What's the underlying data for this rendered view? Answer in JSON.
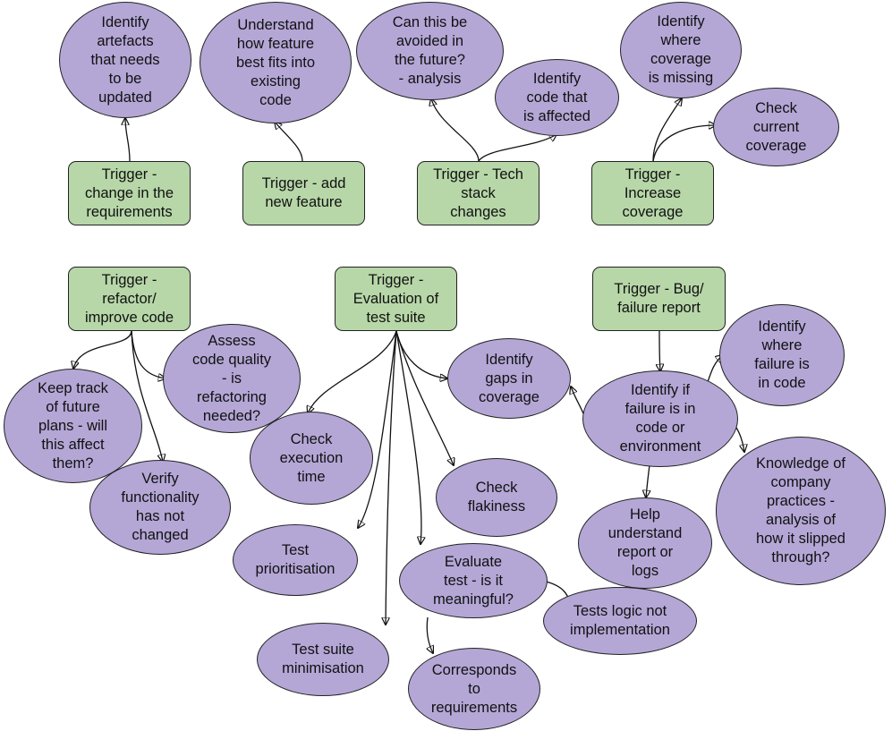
{
  "triggers": {
    "t1": "Trigger -\nchange in the\nrequirements",
    "t2": "Trigger - add\nnew feature",
    "t3": "Trigger - Tech\nstack\nchanges",
    "t4": "Trigger -\nIncrease\ncoverage",
    "t5": "Trigger -\nrefactor/\nimprove code",
    "t6": "Trigger -\nEvaluation of\ntest suite",
    "t7": "Trigger - Bug/\nfailure report"
  },
  "activities": {
    "a1": "Identify\nartefacts\nthat needs\nto be\nupdated",
    "a2": "Understand\nhow feature\nbest fits into\nexisting\ncode",
    "a3": "Can this be\navoided in\nthe future?\n- analysis",
    "a4": "Identify\ncode that\nis affected",
    "a5": "Identify\nwhere\ncoverage\nis missing",
    "a6": "Check\ncurrent\ncoverage",
    "a7": "Keep track\nof future\nplans - will\nthis affect\nthem?",
    "a8": "Assess\ncode quality\n- is\nrefactoring\nneeded?",
    "a9": "Verify\nfunctionality\nhas not\nchanged",
    "a10": "Identify\ngaps in\ncoverage",
    "a11": "Check\nexecution\ntime",
    "a12": "Check\nflakiness",
    "a13": "Test\nprioritisation",
    "a14": "Evaluate\ntest - is it\nmeaningful?",
    "a15": "Tests logic not\nimplementation",
    "a16": "Test suite\nminimisation",
    "a17": "Corresponds\nto\nrequirements",
    "a18": "Identify\nwhere\nfailure is\nin code",
    "a19": "Identify if\nfailure is in\ncode or\nenvironment",
    "a20": "Knowledge of\ncompany\npractices -\nanalysis of\nhow it slipped\nthrough?",
    "a21": "Help\nunderstand\nreport or\nlogs"
  },
  "colors": {
    "trigger": "#b7d7a8",
    "activity": "#b4a7d6",
    "outline": "#222222"
  }
}
